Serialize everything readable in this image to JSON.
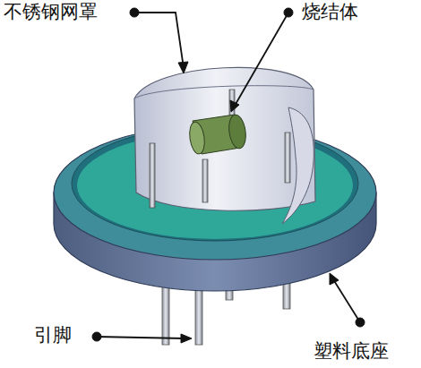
{
  "diagram": {
    "labels": [
      "不锈钢网罩",
      "烧结体",
      "引脚",
      "塑料底座"
    ]
  }
}
